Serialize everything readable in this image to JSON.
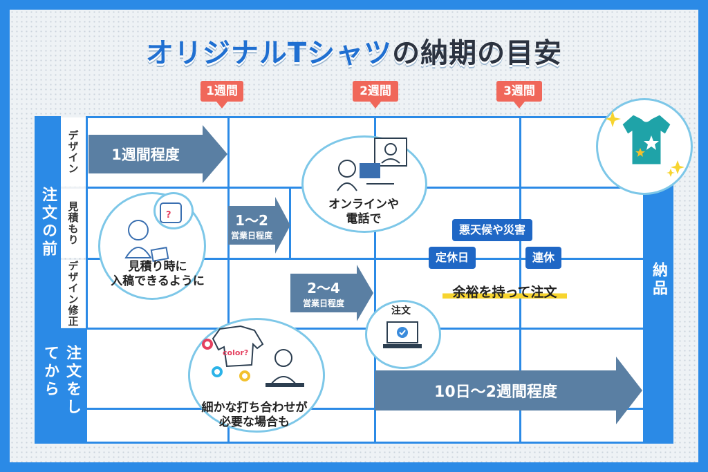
{
  "title": {
    "part1": "オリジナルTシャツ",
    "part2": "の納期の目安"
  },
  "week_markers": [
    "1週間",
    "2週間",
    "3週間"
  ],
  "sections": {
    "before_order": "注文の前",
    "after_order": "注文をしてから",
    "delivery": "納品"
  },
  "rows": [
    "デザイン",
    "見積もり",
    "デザイン修正"
  ],
  "arrows": {
    "design": "1週間程度",
    "estimate_num": "1〜2",
    "estimate_unit": "営業日程度",
    "revision_num": "2〜4",
    "revision_unit": "営業日程度",
    "after": "10日〜2週間程度"
  },
  "bubbles": {
    "estimate": [
      "見積り時に",
      "入稿できるように"
    ],
    "online": [
      "オンラインや",
      "電話で"
    ],
    "meeting": [
      "細かな打ち合わせが",
      "必要な場合も"
    ],
    "order": "注文",
    "color_label": "color?"
  },
  "notes": {
    "weather": "悪天候や災害",
    "holiday": "定休日",
    "consecutive": "連休",
    "margin": "余裕を持って注文"
  },
  "colors": {
    "blue": "#2b8ae6",
    "arrow": "#5a7fa3",
    "marker": "#f0675a",
    "tag": "#1f67c5"
  }
}
